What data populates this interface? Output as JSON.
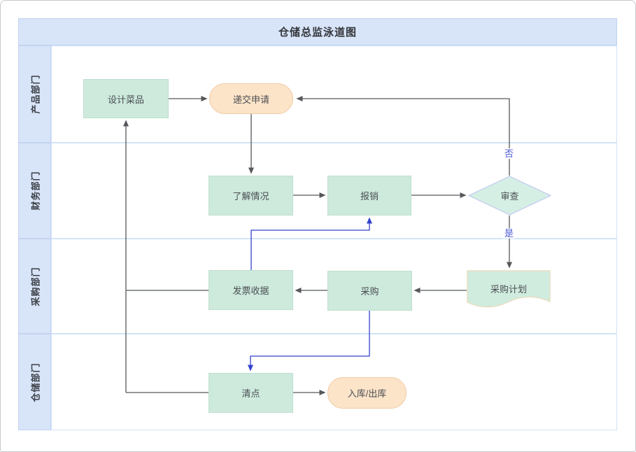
{
  "diagram": {
    "title": "仓储总监泳道图"
  },
  "lanes": [
    {
      "label": "产品部门"
    },
    {
      "label": "财务部门"
    },
    {
      "label": "采购部门"
    },
    {
      "label": "仓储部门"
    }
  ],
  "nodes": {
    "design_dish": {
      "label": "设计菜品",
      "type": "process"
    },
    "submit_application": {
      "label": "递交申请",
      "type": "terminal"
    },
    "understand": {
      "label": "了解情况",
      "type": "process"
    },
    "reimburse": {
      "label": "报销",
      "type": "process"
    },
    "review": {
      "label": "审查",
      "type": "decision"
    },
    "purchase_plan": {
      "label": "采购计划",
      "type": "document"
    },
    "purchase": {
      "label": "采购",
      "type": "process"
    },
    "invoice_receipt": {
      "label": "发票收据",
      "type": "process"
    },
    "stocktake": {
      "label": "清点",
      "type": "process"
    },
    "in_out_warehouse": {
      "label": "入库/出库",
      "type": "terminal"
    }
  },
  "edge_labels": {
    "no": "否",
    "yes": "是"
  },
  "colors": {
    "lane_header_fill": "#d8e4f8",
    "process_fill": "#cdeadd",
    "terminal_fill": "#fce4c9",
    "terminal_border": "#f0cba6",
    "decision_fill": "#d5efe4",
    "decision_border": "#c6cfef",
    "document_fill": "#d0ecdf",
    "document_border": "#e9ddc0",
    "edge_gray": "#55575a",
    "edge_blue": "#3342cc",
    "branch_label_blue": "#4c5ad4"
  }
}
